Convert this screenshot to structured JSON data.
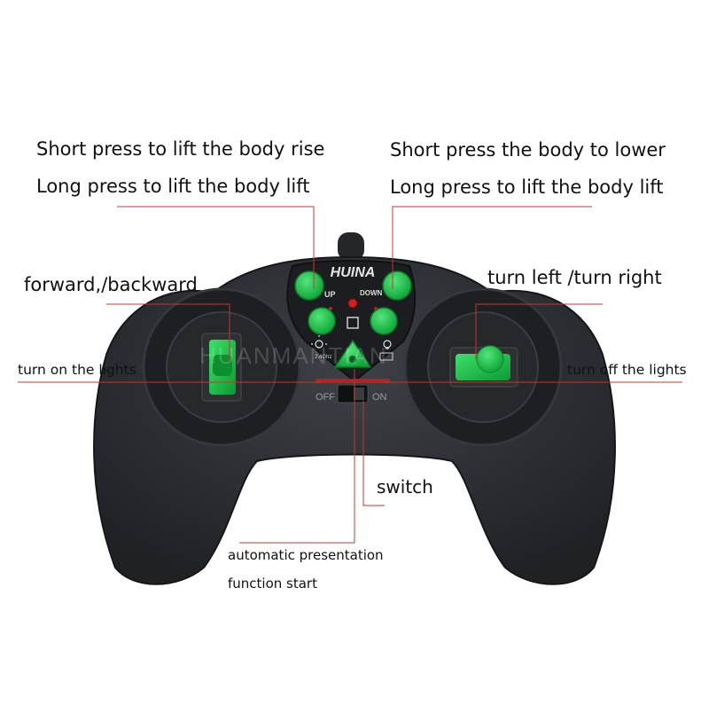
{
  "callouts": {
    "up_short": "Short press to lift the body rise",
    "up_long": "Long press to lift the body lift",
    "down_short": "Short press the body to lower",
    "down_long": "Long press to lift the body lift",
    "forward_backward": "forward,/backward",
    "turn_left_right": "turn left /turn right",
    "lights_on": "turn on the lights",
    "lights_off": "turn off the lights",
    "switch": "switch",
    "auto_line1": "automatic presentation",
    "auto_line2": "function start"
  },
  "controller": {
    "brand": "HUINA",
    "up_label": "UP",
    "down_label": "DOWN",
    "frequency_label": "2.4Ghz",
    "switch_off_label": "OFF",
    "switch_on_label": "ON",
    "watermark": "HUANMANTIAN"
  },
  "colors": {
    "leader_line": "#c0392b",
    "button_green": "#16c447",
    "body": "#2b2d31"
  }
}
